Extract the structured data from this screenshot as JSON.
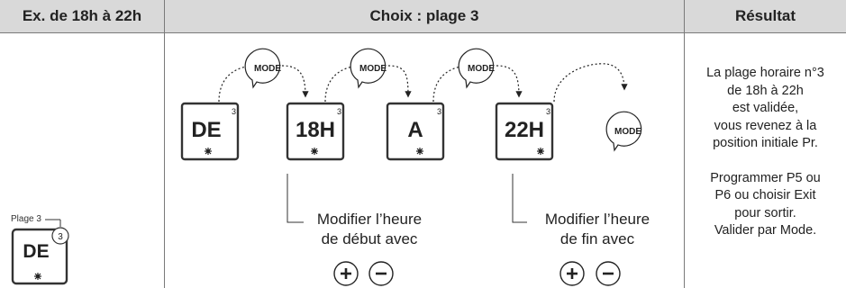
{
  "header": {
    "col1": "Ex. de 18h à 22h",
    "col2": "Choix : plage  3",
    "col3": "Résultat"
  },
  "example": {
    "plage_label": "Plage 3",
    "badge": "3",
    "display": "DE"
  },
  "displays": [
    {
      "text": "DE",
      "badge": "3"
    },
    {
      "text": "18H",
      "badge": "3"
    },
    {
      "text": "A",
      "badge": "3"
    },
    {
      "text": "22H",
      "badge": "3"
    }
  ],
  "mode_buttons": [
    "MODE",
    "MODE",
    "MODE",
    "MODE"
  ],
  "instructions": {
    "start": {
      "line1": "Modifier l’heure",
      "line2": "de début avec"
    },
    "end": {
      "line1": "Modifier l’heure",
      "line2": "de fin avec"
    }
  },
  "buttons": {
    "plus": "+",
    "minus": "−"
  },
  "result": {
    "line1": "La plage horaire n°3",
    "line2": "de 18h à 22h",
    "line3": "est validée,",
    "line4": "vous revenez à la",
    "line5": "position initiale Pr.",
    "line6": "Programmer P5 ou",
    "line7": "P6 ou choisir Exit",
    "line8": "pour sortir.",
    "line9": "Valider par Mode."
  },
  "icons": [
    "sun-icon",
    "plus-icon",
    "minus-icon",
    "arrow-icon"
  ]
}
